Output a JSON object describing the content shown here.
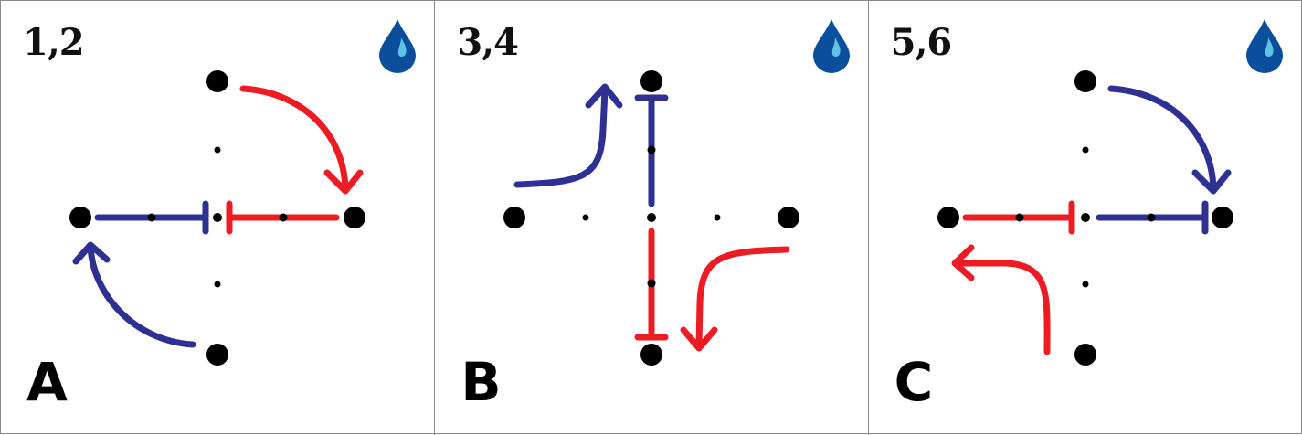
{
  "panels": [
    {
      "number": "1,2",
      "letter": "A",
      "icon": "water-drop-icon"
    },
    {
      "number": "3,4",
      "letter": "B",
      "icon": "water-drop-icon"
    },
    {
      "number": "5,6",
      "letter": "C",
      "icon": "water-drop-icon"
    }
  ],
  "colors": {
    "blue": "#2e3192",
    "red": "#ed1c24",
    "dot": "#000000",
    "drop_dark": "#0b4f9c",
    "drop_light": "#5fc3e8"
  }
}
